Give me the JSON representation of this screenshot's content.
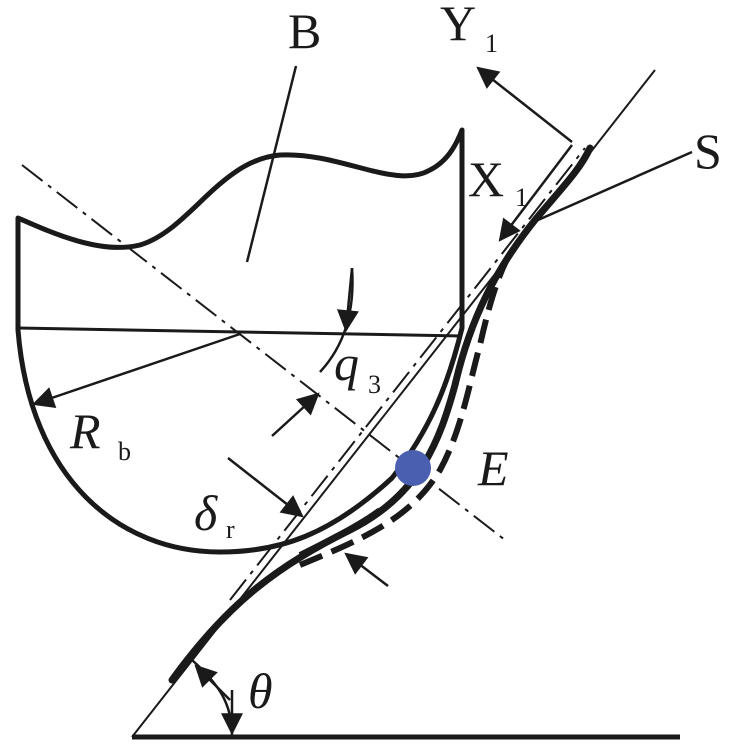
{
  "labels": {
    "B": "B",
    "Y": "Y",
    "Y_sub": "1",
    "S": "S",
    "X": "X",
    "X_sub": "1",
    "q": "q",
    "q_sub": "3",
    "R": "R",
    "R_sub": "b",
    "E": "E",
    "delta": "δ",
    "delta_sub": "r",
    "theta": "θ"
  },
  "colors": {
    "stroke": "#1a1a1a",
    "point_E": "#4a5fb0"
  }
}
